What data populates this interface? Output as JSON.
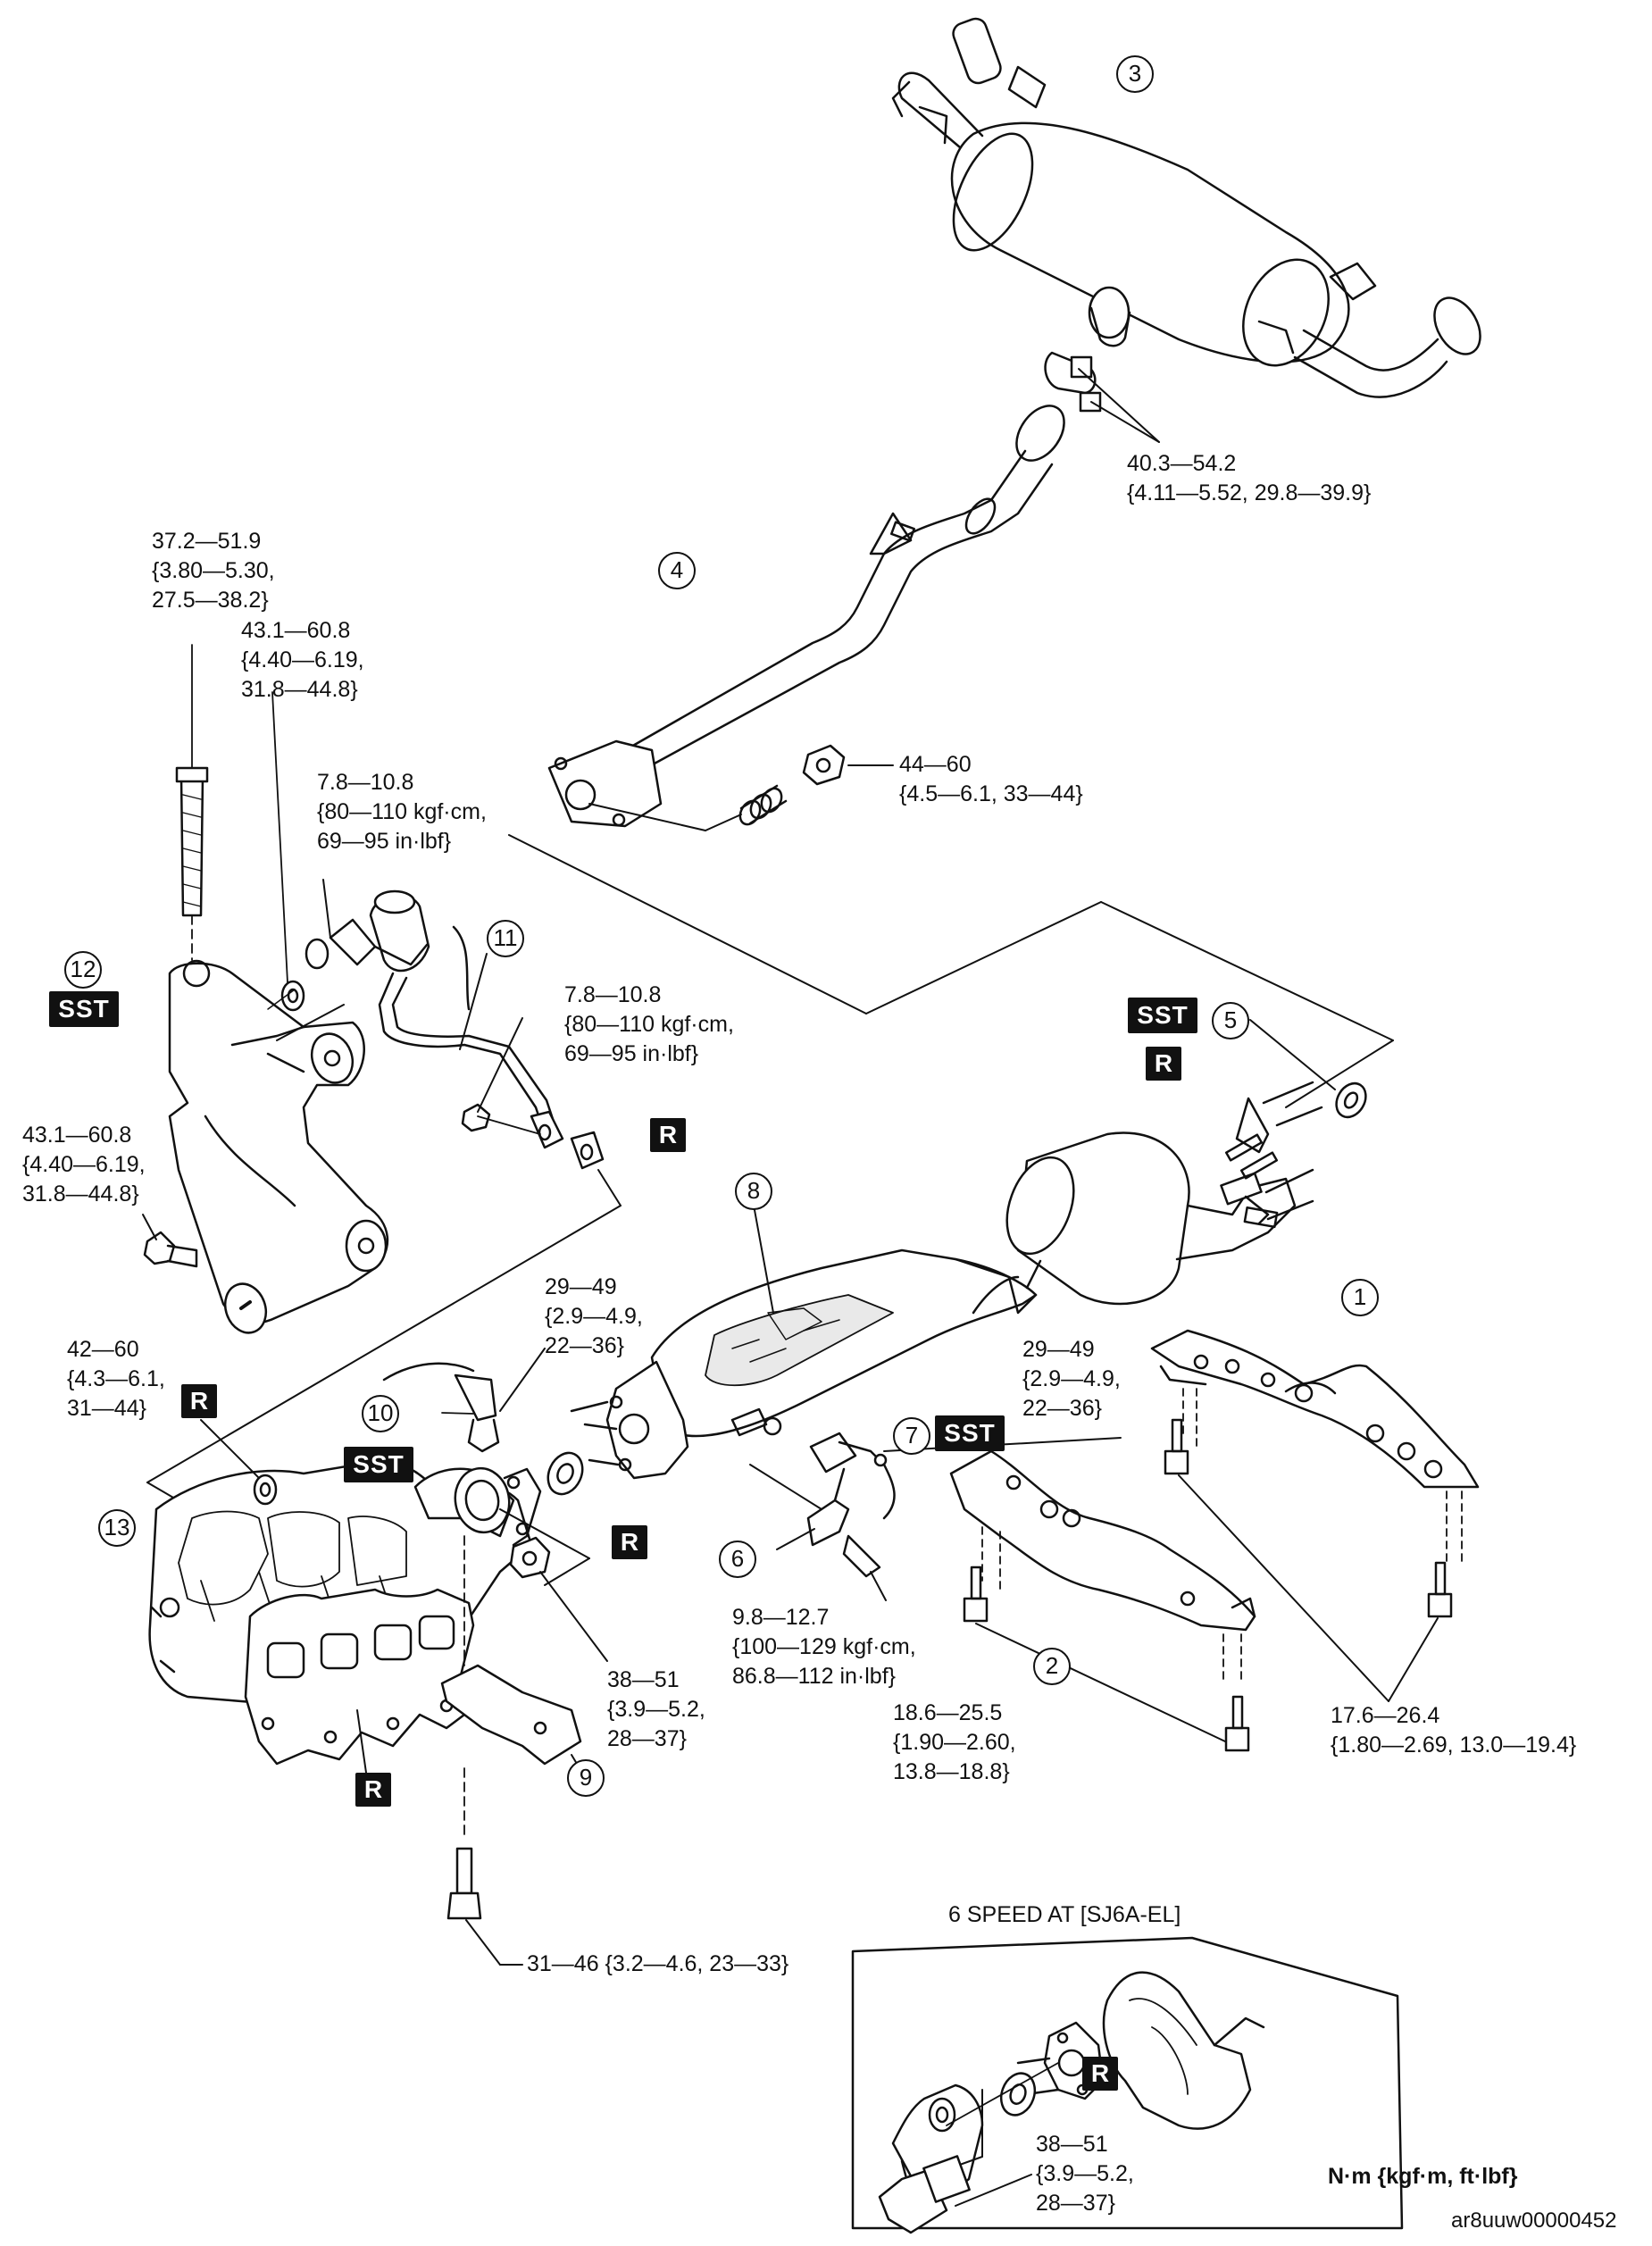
{
  "torques": {
    "t1": "40.3—54.2\n{4.11—5.52, 29.8—39.9}",
    "t2": "37.2—51.9\n{3.80—5.30,\n27.5—38.2}",
    "t3": "43.1—60.8\n{4.40—6.19,\n31.8—44.8}",
    "t4": "7.8—10.8\n{80—110 kgf·cm,\n69—95 in·lbf}",
    "t5": "44—60\n{4.5—6.1, 33—44}",
    "t6": "7.8—10.8\n{80—110 kgf·cm,\n69—95 in·lbf}",
    "t7": "43.1—60.8\n{4.40—6.19,\n31.8—44.8}",
    "t8": "29—49\n{2.9—4.9,\n22—36}",
    "t9": "42—60\n{4.3—6.1,\n31—44}",
    "t10": "29—49\n{2.9—4.9,\n22—36}",
    "t11": "9.8—12.7\n{100—129 kgf·cm,\n86.8—112 in·lbf}",
    "t12": "38—51\n{3.9—5.2,\n28—37}",
    "t13": "18.6—25.5\n{1.90—2.60,\n13.8—18.8}",
    "t14": "17.6—26.4\n{1.80—2.69, 13.0—19.4}",
    "t15": "31—46 {3.2—4.6, 23—33}",
    "t16": "38—51\n{3.9—5.2,\n28—37}"
  },
  "callouts": {
    "c1": "1",
    "c2": "2",
    "c3": "3",
    "c4": "4",
    "c5": "5",
    "c6": "6",
    "c7": "7",
    "c8": "8",
    "c9": "9",
    "c10": "10",
    "c11": "11",
    "c12": "12",
    "c13": "13"
  },
  "badges": {
    "sst": "SST",
    "r": "R"
  },
  "inset_title": "6 SPEED AT [SJ6A-EL]",
  "units": "N·m {kgf·m, ft·lbf}",
  "figure_code": "ar8uuw00000452"
}
